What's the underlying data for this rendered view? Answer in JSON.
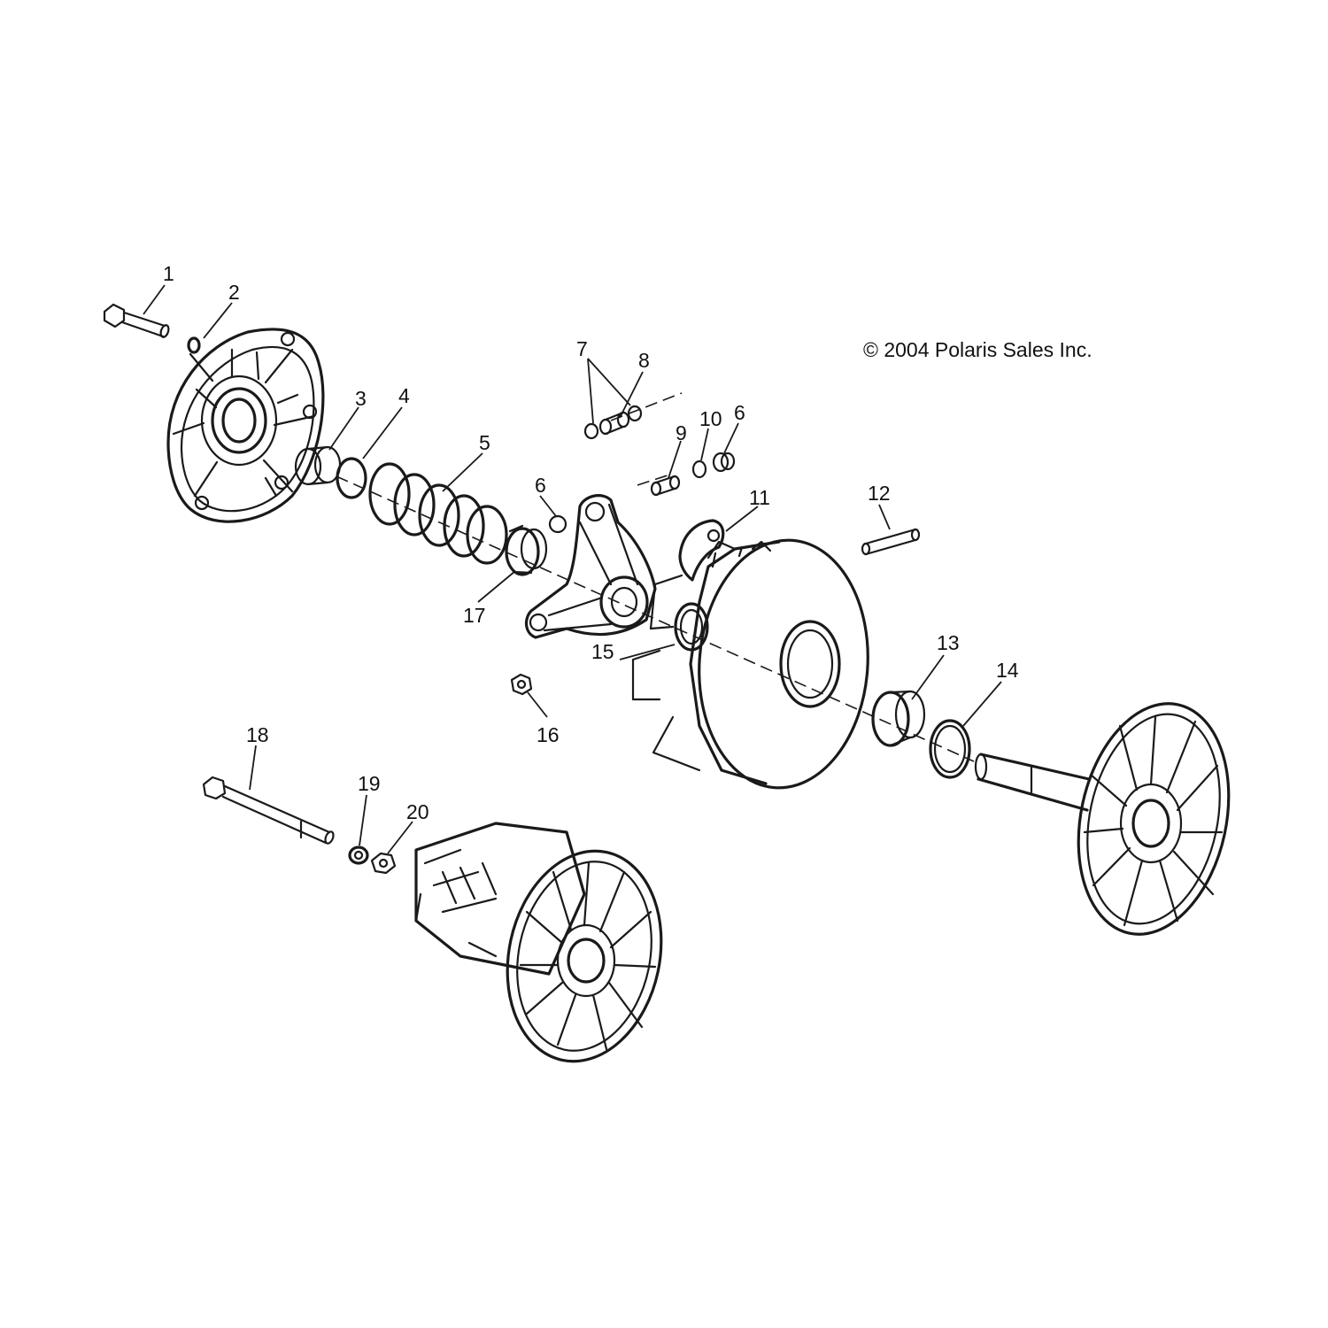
{
  "copyright": "© 2004 Polaris Sales Inc.",
  "callouts": {
    "c1": "1",
    "c2": "2",
    "c3": "3",
    "c4": "4",
    "c5": "5",
    "c6a": "6",
    "c6b": "6",
    "c7": "7",
    "c8": "8",
    "c9": "9",
    "c10": "10",
    "c11": "11",
    "c12": "12",
    "c13": "13",
    "c14": "14",
    "c15": "15",
    "c16": "16",
    "c17": "17",
    "c18": "18",
    "c19": "19",
    "c20": "20"
  }
}
